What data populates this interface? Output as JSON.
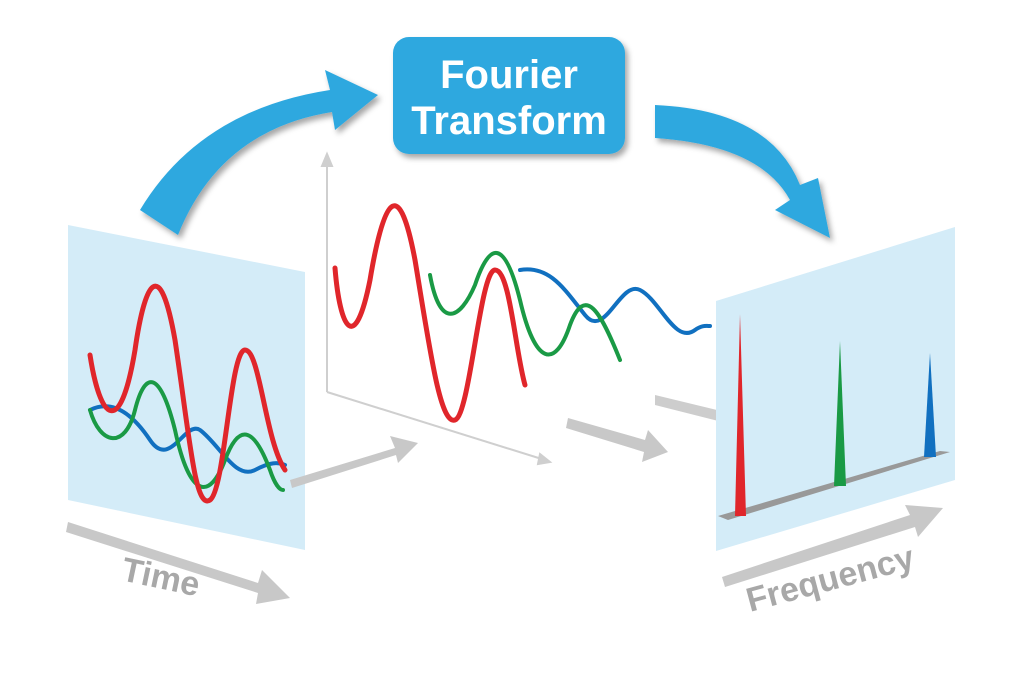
{
  "title_box": {
    "line1": "Fourier",
    "line2": "Transform"
  },
  "axis_labels": {
    "time": "Time",
    "frequency": "Frequency"
  },
  "colors": {
    "accent_blue": "#2ea8df",
    "panel": "#d4ecf8",
    "red": "#e0262b",
    "green": "#1a9a45",
    "blue": "#1170c0",
    "gray_arrow": "#c8c8c8"
  },
  "icons": [
    "curved-arrow",
    "frequency-peak"
  ]
}
